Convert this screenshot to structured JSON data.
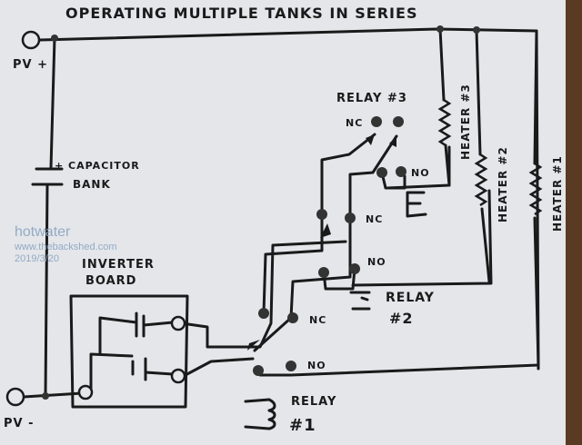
{
  "title": "OPERATING MULTIPLE TANKS IN SERIES",
  "terminals": {
    "pv_plus": "PV +",
    "pv_minus": "PV -"
  },
  "capacitor": {
    "label_line1": "+ CAPACITOR",
    "label_line2": "BANK"
  },
  "inverter": {
    "label_line1": "INVERTER",
    "label_line2": "BOARD"
  },
  "relays": [
    {
      "name": "RELAY #1",
      "line1": "RELAY",
      "line2": "#1",
      "nc": "NC",
      "no": "NO"
    },
    {
      "name": "RELAY #2",
      "line1": "RELAY",
      "line2": "#2",
      "nc": "NC",
      "no": "NO"
    },
    {
      "name": "RELAY #3",
      "line1": "RELAY #3",
      "nc": "NC",
      "no": "NO"
    }
  ],
  "heaters": [
    {
      "label": "HEATER #1"
    },
    {
      "label": "HEATER #2"
    },
    {
      "label": "HEATER #3"
    }
  ],
  "watermark": {
    "user": "hotwater",
    "site": "www.thebackshed.com",
    "date": "2019/3/20"
  }
}
